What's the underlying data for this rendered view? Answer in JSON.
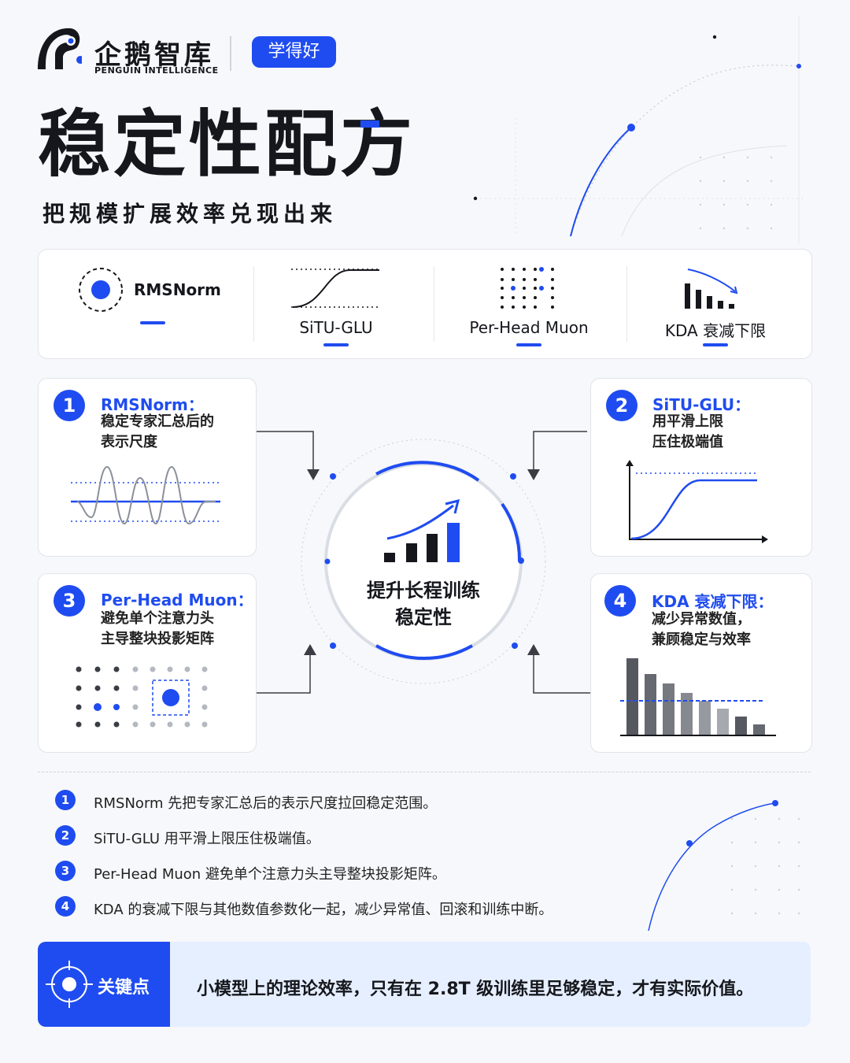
{
  "brand": {
    "name_cn": "企鹅智库",
    "name_en": "PENGUIN INTELLIGENCE",
    "tag": "学得好"
  },
  "header": {
    "title": "稳定性配方",
    "subtitle": "把规模扩展效率兑现出来"
  },
  "strip": [
    {
      "label": "RMSNorm"
    },
    {
      "label": "SiTU-GLU"
    },
    {
      "label": "Per-Head Muon"
    },
    {
      "label": "KDA 衰减下限"
    }
  ],
  "cards": [
    {
      "num": "1",
      "title": "RMSNorm：",
      "desc": [
        "稳定专家汇总后的",
        "表示尺度"
      ]
    },
    {
      "num": "2",
      "title": "SiTU-GLU：",
      "desc": [
        "用平滑上限",
        "压住极端值"
      ]
    },
    {
      "num": "3",
      "title": "Per-Head Muon：",
      "desc": [
        "避免单个注意力头",
        "主导整块投影矩阵"
      ]
    },
    {
      "num": "4",
      "title": "KDA 衰减下限：",
      "desc": [
        "减少异常数值，",
        "兼顾稳定与效率"
      ]
    }
  ],
  "center": {
    "line1": "提升长程训练",
    "line2": "稳定性"
  },
  "list": [
    {
      "num": "1",
      "text": "RMSNorm 先把专家汇总后的表示尺度拉回稳定范围。"
    },
    {
      "num": "2",
      "text": "SiTU-GLU 用平滑上限压住极端值。"
    },
    {
      "num": "3",
      "text": "Per-Head Muon 避免单个注意力头主导整块投影矩阵。"
    },
    {
      "num": "4",
      "text": "KDA 的衰减下限与其他数值参数化一起，减少异常值、回滚和训练中断。"
    }
  ],
  "key": {
    "label": "关键点",
    "text": "小模型上的理论效率，只有在 2.8T 级训练里足够稳定，才有实际价值。"
  },
  "colors": {
    "accent": "#1f4cf0",
    "dark": "#15171c"
  },
  "icons": {
    "logo": "penguin-logo",
    "target": "crosshair-icon",
    "chart": "rising-bar-chart-icon"
  }
}
